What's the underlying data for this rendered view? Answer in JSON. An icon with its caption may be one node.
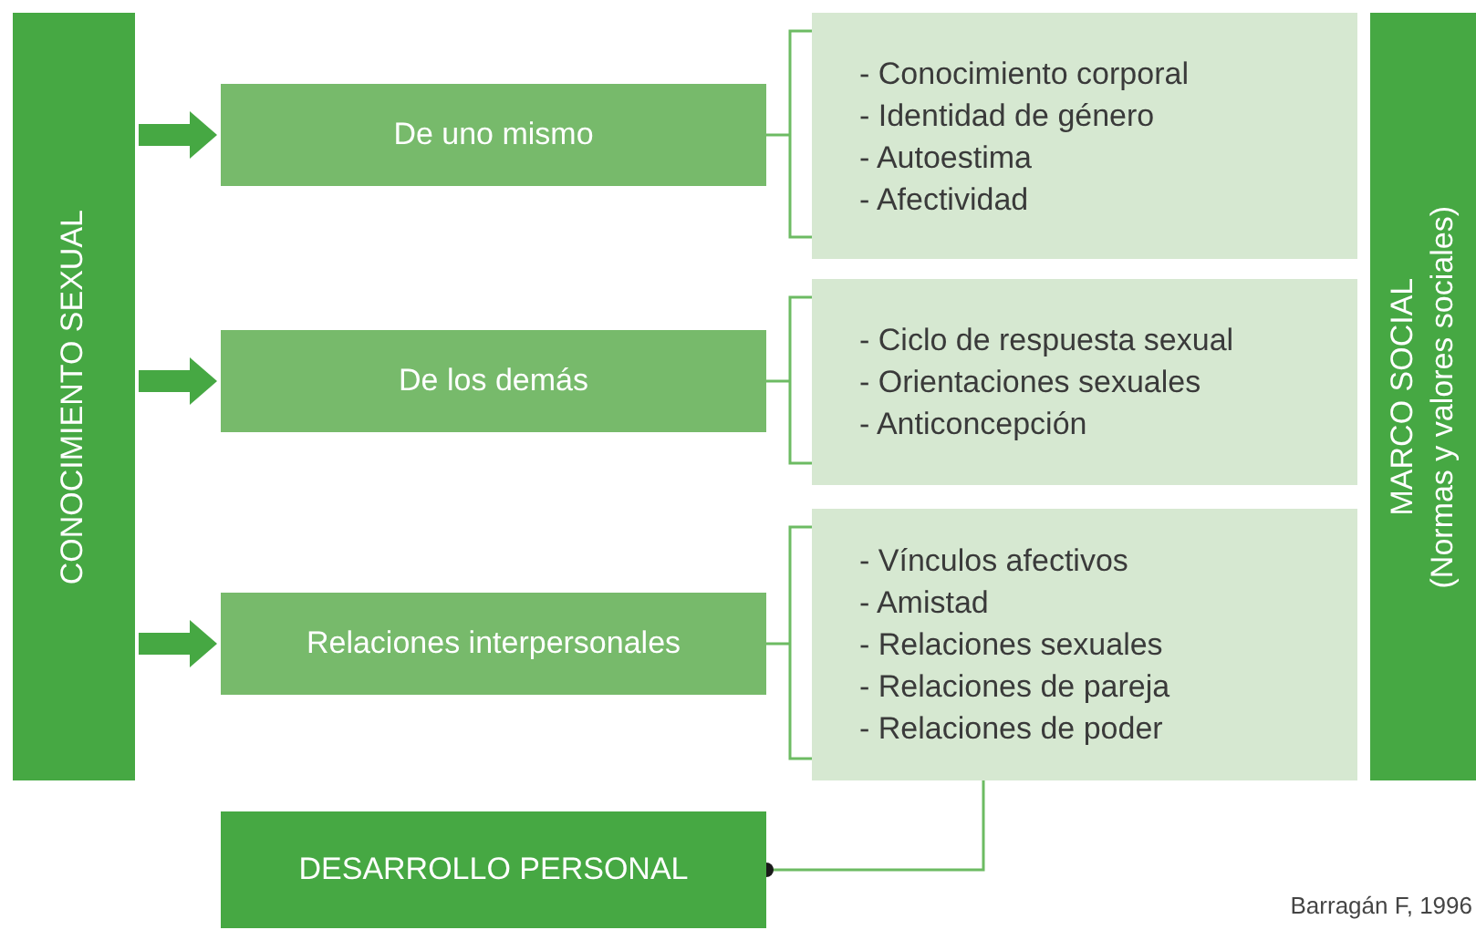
{
  "diagram": {
    "nodes": [
      {
        "text": [
          "CONOCIMIENTO SEXUAL"
        ]
      },
      {
        "text": [
          "De uno mismo"
        ]
      },
      {
        "text": [
          "- Conocimiento corporal",
          "- Identidad de género",
          "- Autoestima",
          "- Afectividad"
        ]
      },
      {
        "text": [
          "De los demás"
        ]
      },
      {
        "text": [
          "- Ciclo de respuesta sexual",
          "- Orientaciones sexuales",
          "- Anticoncepción"
        ]
      },
      {
        "text": [
          "Relaciones interpersonales"
        ]
      },
      {
        "text": [
          "- Vínculos afectivos",
          "- Amistad",
          "- Relaciones sexuales",
          "- Relaciones de pareja",
          "- Relaciones de poder"
        ]
      },
      {
        "text": [
          "MARCO SOCIAL",
          "(Normas y valores sociales)"
        ]
      },
      {
        "text": [
          "DESARROLLO PERSONAL"
        ]
      }
    ],
    "edges": [
      {
        "from": 0,
        "to": 1,
        "arrow": "to",
        "style": "thick"
      },
      {
        "from": 0,
        "to": 3,
        "arrow": "to",
        "style": "thick"
      },
      {
        "from": 0,
        "to": 5,
        "arrow": "to",
        "style": "thick"
      },
      {
        "from": 1,
        "to": 2,
        "arrow": "none"
      },
      {
        "from": 3,
        "to": 4,
        "arrow": "none"
      },
      {
        "from": 5,
        "to": 6,
        "arrow": "none"
      },
      {
        "from": 6,
        "to": 8,
        "arrow": "other"
      }
    ],
    "labels": [
      "Barragán F, 1996"
    ]
  }
}
